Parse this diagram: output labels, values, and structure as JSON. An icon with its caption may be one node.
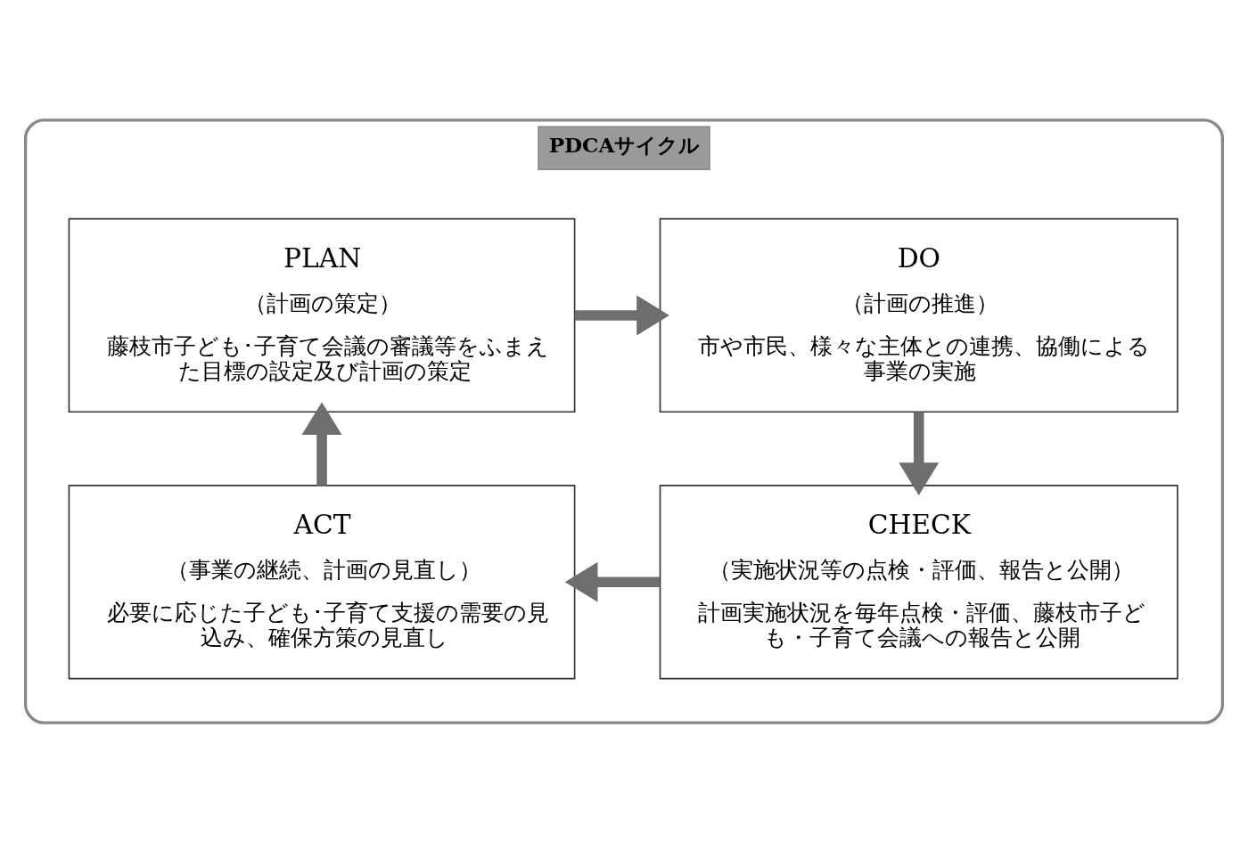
{
  "diagram": {
    "nodes": [
      {
        "text": [
          "PDCAサイクル"
        ]
      },
      {
        "text": [
          "PLAN",
          "（計画の策定）",
          "藤枝市子ども･子育て会議の審議等をふまえた目標の設定及び計画の策定"
        ],
        "in": 0
      },
      {
        "text": [
          "DO",
          "（計画の推進）",
          "市や市民、様々な主体との連携、協働による事業の実施"
        ],
        "in": 0
      },
      {
        "text": [
          "ACT",
          "（事業の継続、計画の見直し）",
          "必要に応じた子ども･子育て支援の需要の見込み、確保方策の見直し"
        ],
        "in": 0
      },
      {
        "text": [
          "CHECK",
          "（実施状況等の点検・評価、報告と公開）",
          "計画実施状況を毎年点検・評価、藤枝市子ども・子育て会議への報告と公開"
        ],
        "in": 0
      }
    ],
    "edges": [
      {
        "from": 1,
        "to": 2,
        "arrow": "to"
      },
      {
        "from": 2,
        "to": 4,
        "arrow": "to"
      },
      {
        "from": 4,
        "to": 3,
        "arrow": "to"
      },
      {
        "from": 3,
        "to": 1,
        "arrow": "to"
      }
    ]
  }
}
